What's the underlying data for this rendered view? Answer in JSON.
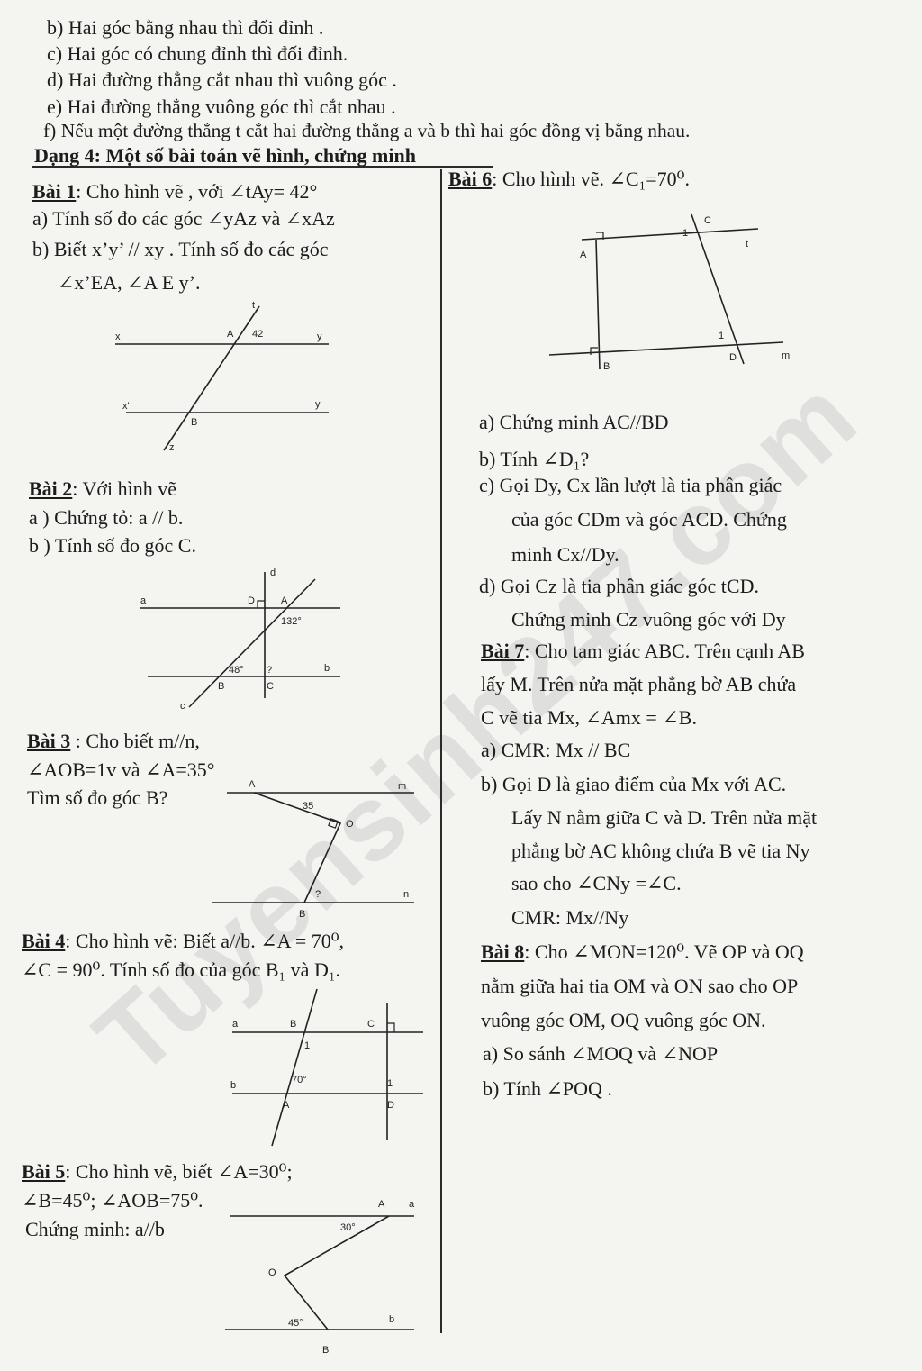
{
  "intro_items": [
    "b) Hai góc bằng nhau thì đối đỉnh .",
    "c) Hai góc có chung đỉnh thì đối đỉnh.",
    "d) Hai đường thẳng cắt nhau thì vuông góc .",
    "e) Hai đường thẳng vuông góc thì cắt nhau .",
    "f) Nếu một đường thẳng t cắt hai đường thẳng a và b thì hai góc đồng vị bằng nhau."
  ],
  "section_title": "Dạng 4: Một số bài toán vẽ hình, chứng minh",
  "bai1": {
    "label": "Bài 1",
    "text": ": Cho hình vẽ , với ∠tAy= 42°",
    "a": "a) Tính số đo các góc ∠yAz và ∠xAz",
    "b1": "b) Biết x’y’ // xy . Tính số đo các góc",
    "b2": "∠x’EA, ∠A E y’.",
    "fig": {
      "t": "t",
      "A": "A",
      "angle": "42",
      "x": "x",
      "y": "y",
      "x2": "x'",
      "y2": "y'",
      "B": "B",
      "z": "z"
    }
  },
  "bai2": {
    "label": "Bài 2",
    "text": ": Với hình vẽ",
    "a": "a ) Chứng tỏ: a // b.",
    "b": "b ) Tính số đo góc C.",
    "fig": {
      "d": "d",
      "a": "a",
      "D": "D",
      "A": "A",
      "angle1": "132°",
      "angle2": "48°",
      "q": "?",
      "b": "b",
      "B": "B",
      "C": "C",
      "c": "c"
    }
  },
  "bai3": {
    "label": "Bài 3",
    "text": " : Cho biết m//n,",
    "line2": "∠AOB=1v và ∠A=35°",
    "line3": "Tìm số đo góc B?",
    "fig": {
      "A": "A",
      "m": "m",
      "angle": "35",
      "O": "O",
      "q": "?",
      "n": "n",
      "B": "B"
    }
  },
  "bai4": {
    "label": "Bài 4",
    "text": ": Cho hình vẽ: Biết a//b. ∠A = 70⁰,",
    "line2": "∠C = 90⁰. Tính số đo của góc B₁ và D₁.",
    "fig": {
      "a": "a",
      "B": "B",
      "C": "C",
      "one1": "1",
      "b": "b",
      "angle": "70°",
      "A": "A",
      "one2": "1",
      "D": "D"
    }
  },
  "bai5": {
    "label": "Bài 5",
    "text": ": Cho hình vẽ, biết ∠A=30⁰;",
    "line2": "∠B=45⁰; ∠AOB=75⁰.",
    "line3": "Chứng minh: a//b",
    "fig": {
      "A": "A",
      "a": "a",
      "angle1": "30°",
      "O": "O",
      "angle2": "45°",
      "b": "b",
      "B": "B"
    }
  },
  "bai6": {
    "label": "Bài 6",
    "text": ": Cho hình vẽ. ∠C₁=70⁰.",
    "a": "a) Chứng minh AC//BD",
    "b": "b) Tính ∠D₁?",
    "c1": "c) Gọi Dy, Cx lần lượt là tia phân giác",
    "c2": "của góc CDm và góc ACD. Chứng",
    "c3": "minh Cx//Dy.",
    "d1": "d) Gọi Cz là tia phân giác góc tCD.",
    "d2": "Chứng minh Cz vuông góc với Dy",
    "fig": {
      "C": "C",
      "A": "A",
      "t": "t",
      "one1": "1",
      "one2": "1",
      "B": "B",
      "D": "D",
      "m": "m"
    }
  },
  "bai7": {
    "label": "Bài 7",
    "text": ": Cho tam giác ABC. Trên cạnh AB",
    "l2": "lấy M. Trên nửa mặt phẳng bờ AB chứa",
    "l3": "C vẽ tia Mx, ∠Amx = ∠B.",
    "a": "a) CMR: Mx // BC",
    "b1": "b) Gọi D là giao điểm của Mx với AC.",
    "b2": "Lấy N nằm giữa C và D. Trên nửa mặt",
    "b3": "phẳng bờ AC không chứa B vẽ tia Ny",
    "b4": "sao cho ∠CNy =∠C.",
    "b5": "CMR: Mx//Ny"
  },
  "bai8": {
    "label": "Bài 8",
    "text": ": Cho ∠MON=120⁰. Vẽ OP và OQ",
    "l2": "nằm giữa hai tia OM và ON sao cho OP",
    "l3": "vuông góc OM, OQ vuông góc ON.",
    "a": "a) So sánh ∠MOQ và ∠NOP",
    "b": "b) Tính ∠POQ ."
  },
  "watermark": "Tuyensinh247.com"
}
